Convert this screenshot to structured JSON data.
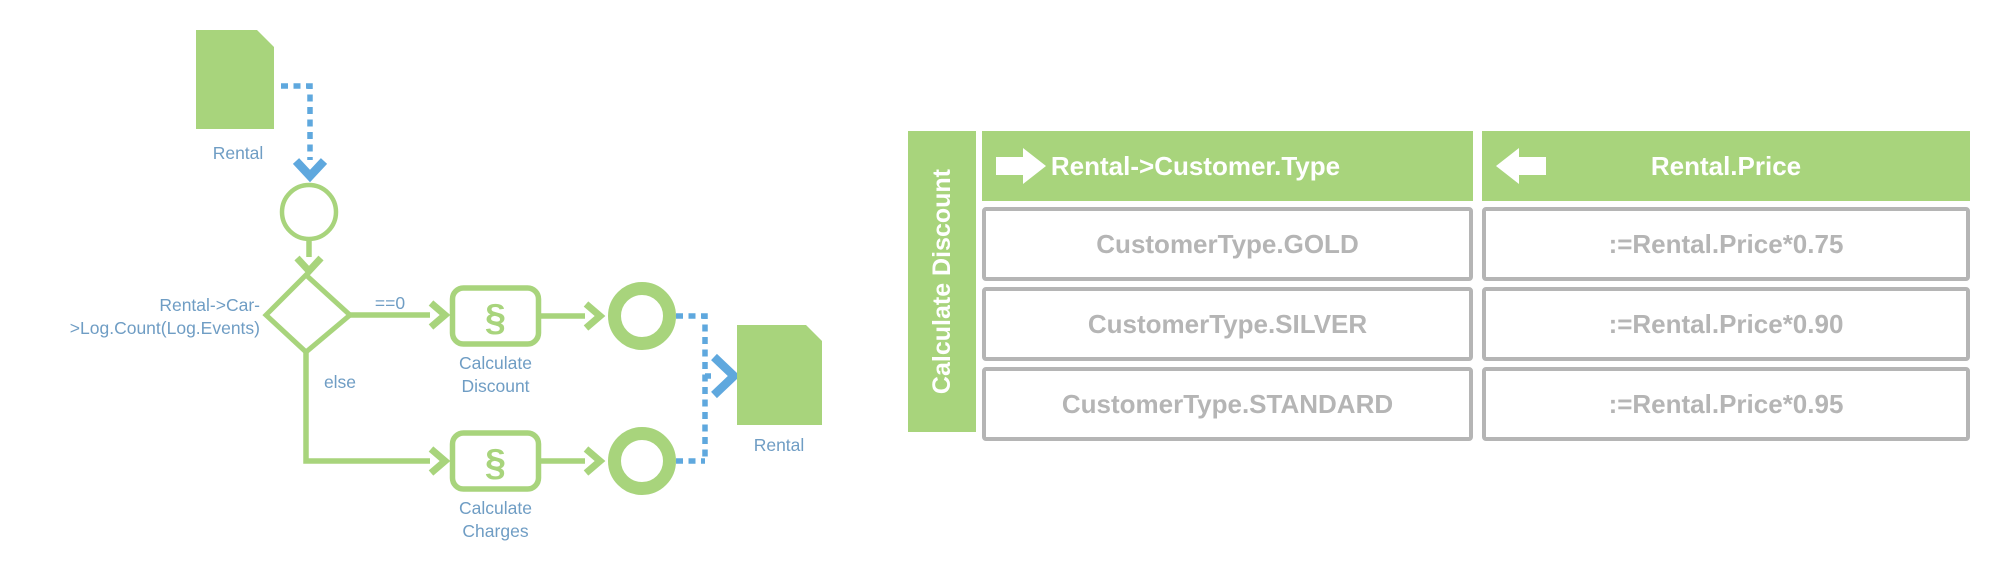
{
  "flowchart": {
    "input_document": "Rental",
    "output_document": "Rental",
    "condition_line1": "Rental->Car-",
    "condition_line2": ">Log.Count(Log.Events)",
    "branch_zero": "==0",
    "branch_else": "else",
    "task_symbol": "§",
    "task1_line1": "Calculate",
    "task1_line2": "Discount",
    "task2_line1": "Calculate",
    "task2_line2": "Charges"
  },
  "decision_table": {
    "title": "Calculate Discount",
    "input_column": {
      "header": "Rental->Customer.Type",
      "rows": [
        "CustomerType.GOLD",
        "CustomerType.SILVER",
        "CustomerType.STANDARD"
      ]
    },
    "output_column": {
      "header": "Rental.Price",
      "rows": [
        ":=Rental.Price*0.75",
        ":=Rental.Price*0.90",
        ":=Rental.Price*0.95"
      ]
    }
  },
  "colors": {
    "green": "#a8d47c",
    "blue_connector": "#5fa8de",
    "blue_label": "#6f9dc4",
    "gray_border": "#b5b5b5",
    "gray_text": "#b5b5b5",
    "header_text": "#ffffff"
  }
}
